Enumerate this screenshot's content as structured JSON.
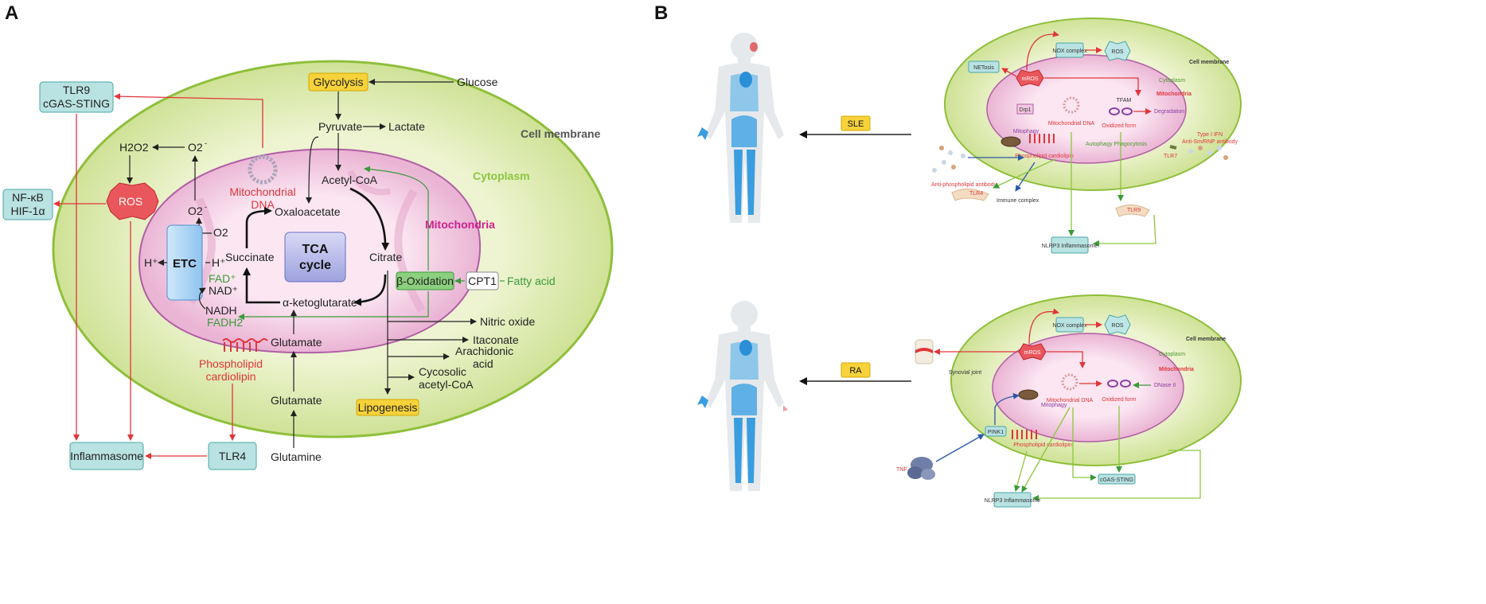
{
  "panels": {
    "a": "A",
    "b": "B"
  },
  "panel_a": {
    "compartments": {
      "membrane": "Cell membrane",
      "cytoplasm": "Cytoplasm",
      "mitochondria": "Mitochondria"
    },
    "boxes": {
      "tlr9_line1": "TLR9",
      "tlr9_line2": "cGAS-STING",
      "nfkb_line1": "NF-κB",
      "nfkb_line2": "HIF-1α",
      "inflammasome": "Inflammasome",
      "tlr4": "TLR4",
      "ros": "ROS",
      "glycolysis": "Glycolysis",
      "lipogenesis": "Lipogenesis",
      "etc": "ETC",
      "tca_line1": "TCA",
      "tca_line2": "cycle",
      "beta_oxidation": "β-Oxidation",
      "cpt1": "CPT1"
    },
    "metabolites": {
      "glucose": "Glucose",
      "pyruvate": "Pyruvate",
      "lactate": "Lactate",
      "acetyl_coa": "Acetyl-CoA",
      "oxaloacetate": "Oxaloacetate",
      "citrate": "Citrate",
      "succinate": "Succinate",
      "akg": "α-ketoglutarate",
      "glutamate_inner": "Glutamate",
      "glutamate_outer": "Glutamate",
      "glutamine": "Glutamine",
      "fatty_acid": "Fatty acid",
      "nitric_oxide": "Nitric oxide",
      "itaconate": "Itaconate",
      "arachidonic_1": "Arachidonic",
      "arachidonic_2": "acid",
      "cyto_acetyl_1": "Cycosolic",
      "cyto_acetyl_2": "acetyl-CoA",
      "h2o2": "H2O2",
      "o2_minus_a": "O2",
      "o2_minus_b": "O2",
      "o2": "O2",
      "h_plus_left": "H⁺",
      "h_plus_right": "H⁺",
      "fad": "FAD⁺",
      "nad": "NAD⁺",
      "nadh": "NADH",
      "fadh2": "FADH2",
      "mito_dna_1": "Mitochondrial",
      "mito_dna_2": "DNA",
      "cardiolipin_1": "Phospholipid",
      "cardiolipin_2": "cardiolipin"
    }
  },
  "panel_b": {
    "sle": {
      "disease": "SLE",
      "cell_membrane": "Cell membrane",
      "cytoplasm": "Cytoplasm",
      "mitochondria": "Mitochondria",
      "nox": "NOX complex",
      "ros": "ROS",
      "netosis": "NETosis",
      "mros": "mROS",
      "drp1": "Drp1",
      "mitophagy": "Mitophagy",
      "mito_dna": "Mitochondrial DNA",
      "tfam": "TFAM",
      "degradation": "Degradation",
      "oxidized": "Oxidized form",
      "autophagy": "Autophagy Phagocytosis",
      "cardiolipin": "Phospholipid cardiolipin",
      "antibody": "Anti-phospholipid antibody",
      "immune": "Immune complex",
      "tlr4": "TLR4",
      "tlr9": "TLR9",
      "tlr7": "TLR7",
      "ifn": "Type I IFN",
      "anti_sm": "Anti-Sm/RNP antibody",
      "nlrp3": "NLRP3 Inflammasome"
    },
    "ra": {
      "disease": "RA",
      "cell_membrane": "Cell membrane",
      "cytoplasm": "Cytoplasm",
      "mitochondria": "Mitochondria",
      "nox": "NOX complex",
      "ros": "ROS",
      "mros": "mROS",
      "synovial": "Synovial joint",
      "mitophagy": "Mitophagy",
      "mito_dna": "Mitochondrial DNA",
      "oxidized": "Oxidized form",
      "dnase": "DNase II",
      "pink1": "PINK1",
      "tnf": "TNF",
      "cardiolipin": "Phospholipid cardiolipin",
      "cgas": "cGAS-STING",
      "nlrp3": "NLRP3 Inflammasome"
    }
  },
  "colors": {
    "cell": "#dfeab0",
    "cell_border": "#8fbf3b",
    "mito": "#f2c8e1",
    "mito_border": "#b05fa4",
    "box_teal": "#b9e2e2",
    "box_teal_border": "#4aa7a7",
    "yellow": "#f7d23a",
    "red": "#e0363b",
    "green": "#3a9b3a",
    "blue": "#2b58a7",
    "etc_blue": "#a9d3f2",
    "tca": "#b7b9e8"
  }
}
